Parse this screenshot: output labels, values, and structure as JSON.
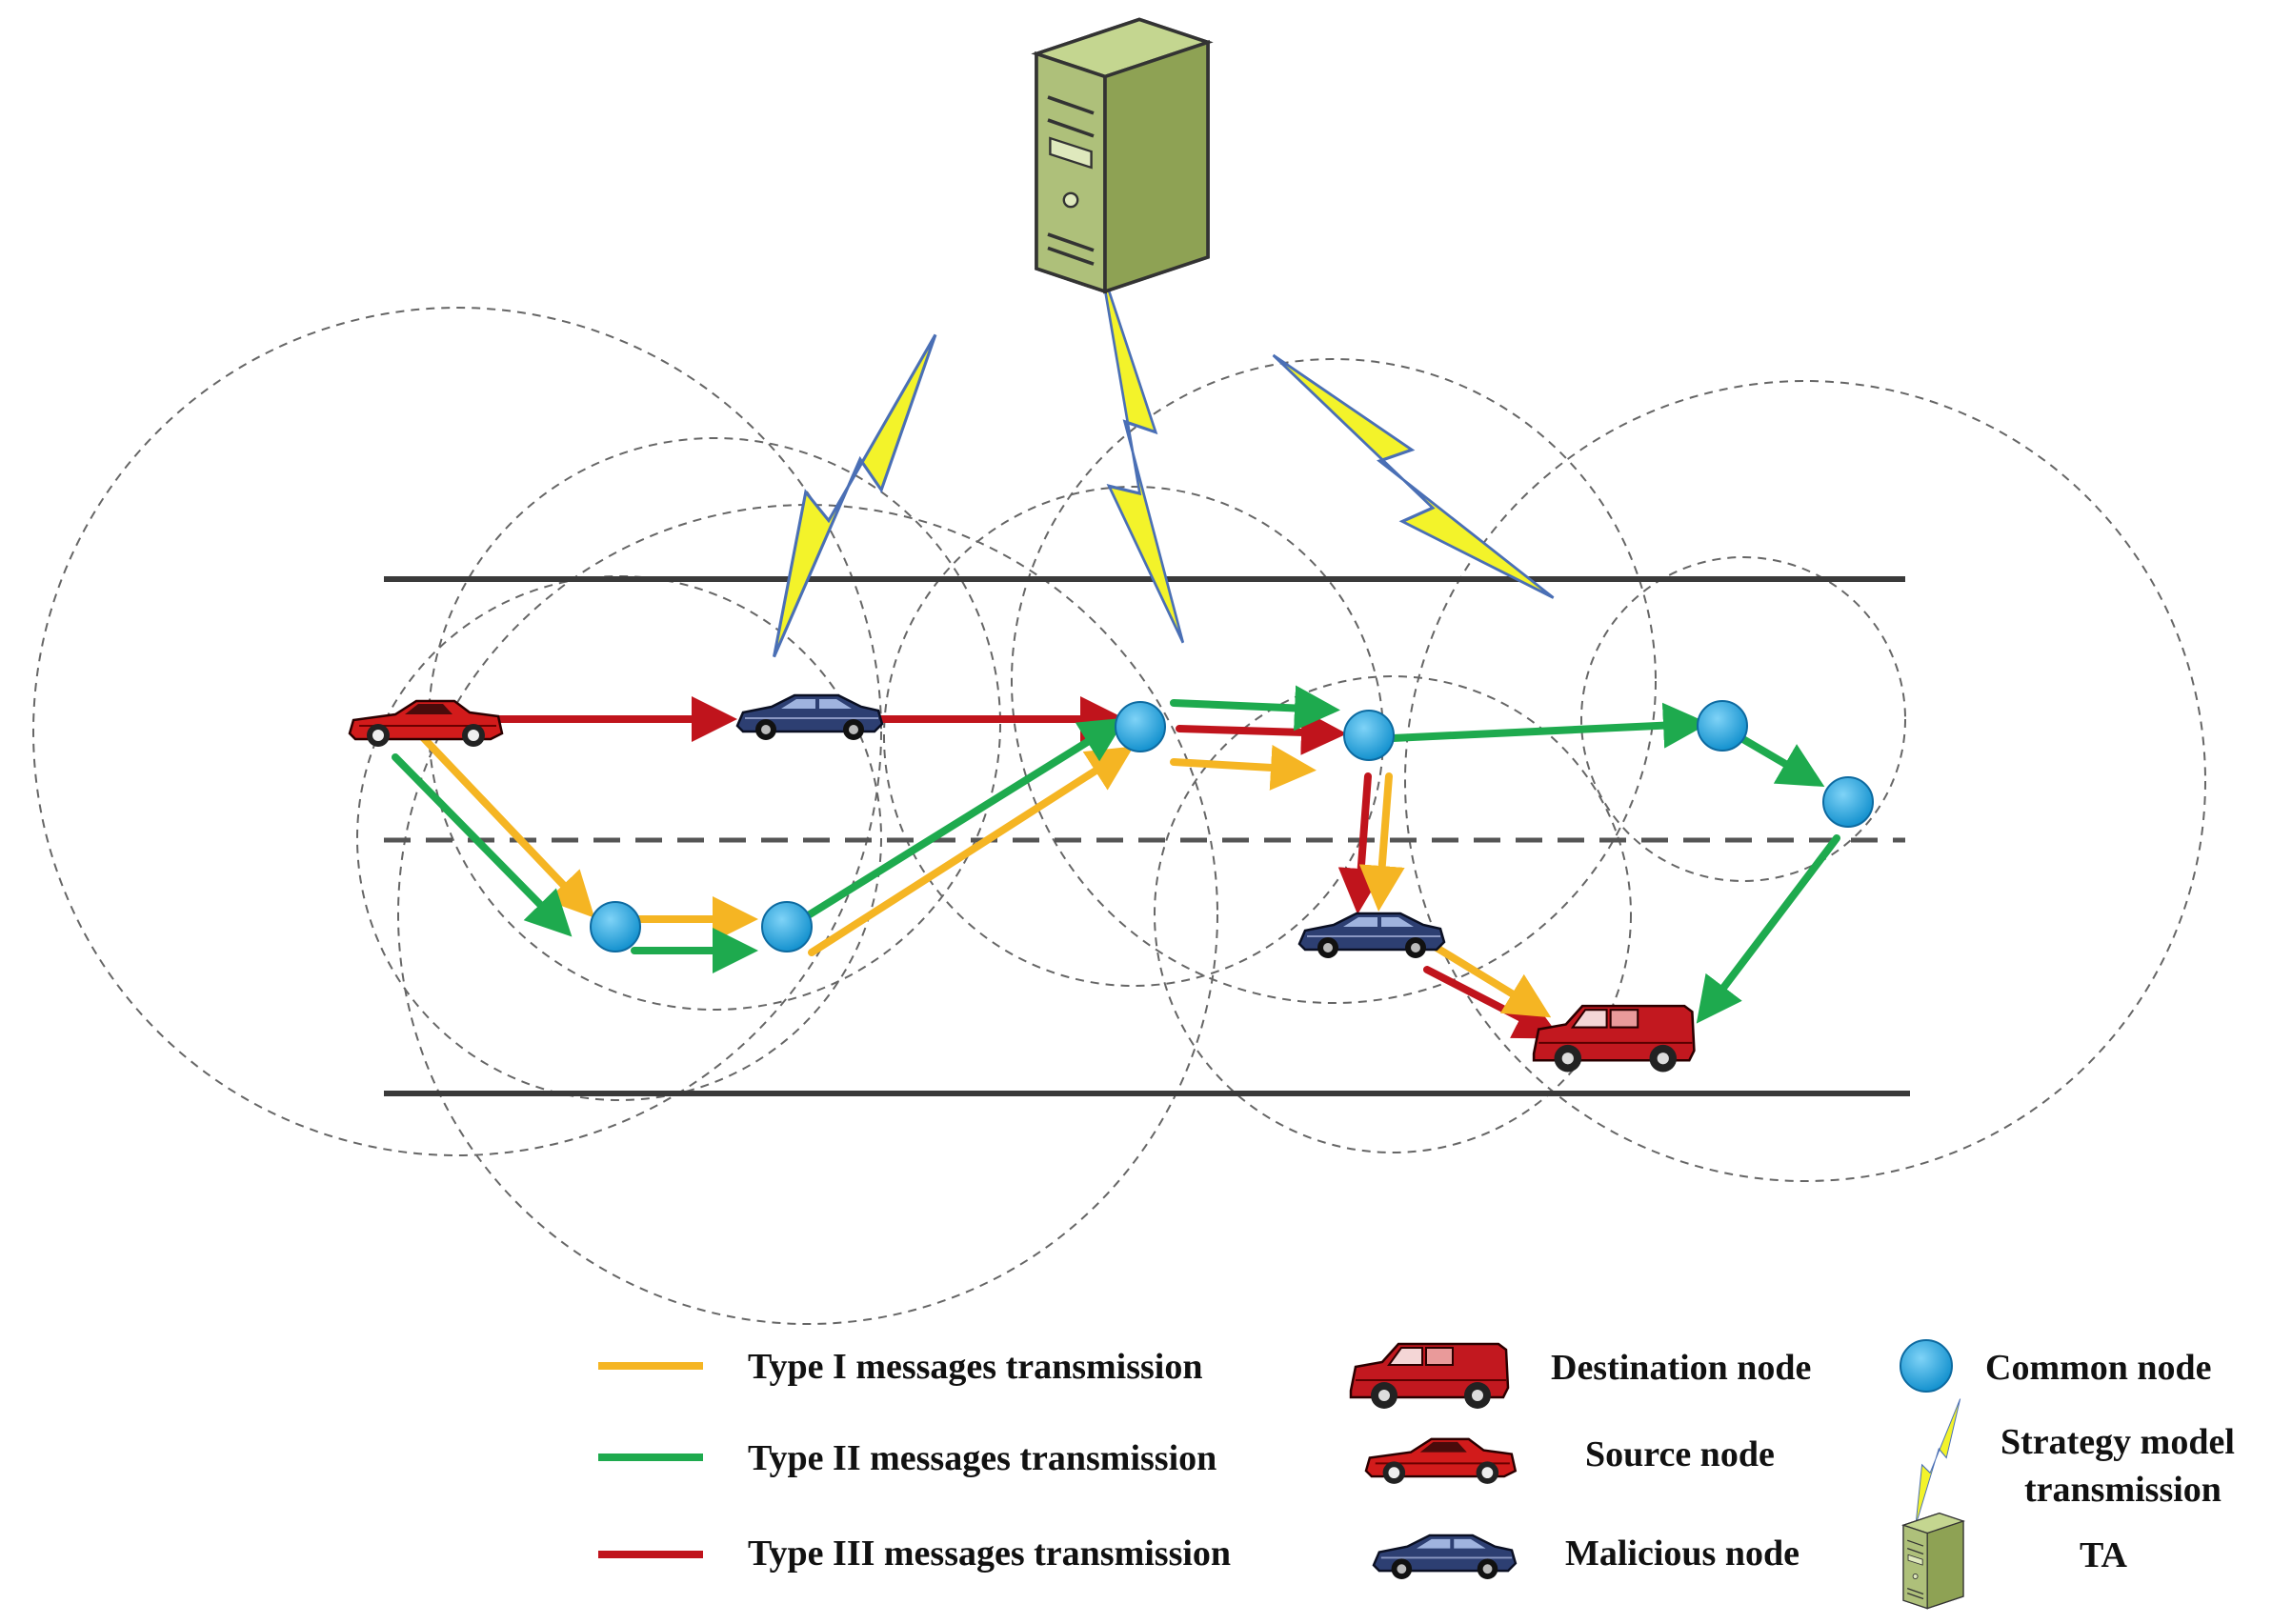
{
  "colors": {
    "type1": "#f5b523",
    "type2": "#1eaa4e",
    "type3": "#c0141c",
    "common_node": "#22a5e0",
    "road": "#3a3a3a",
    "range_circle": "#666666",
    "lightning_fill": "#f3f32a",
    "lightning_edge": "#4a6fb5",
    "server": "#a6bd6a"
  },
  "icons": {
    "ta": "server-tower-icon",
    "strategy": "lightning-bolt-icon",
    "source": "red-sports-car-icon",
    "malicious": "dark-blue-car-icon",
    "destination": "red-van-icon",
    "common": "blue-circle-node-icon"
  },
  "legend": {
    "type1": "Type I messages transmission",
    "type2": "Type II messages transmission",
    "type3": "Type III messages transmission",
    "destination": "Destination node",
    "source": "Source node",
    "malicious": "Malicious node",
    "common": "Common node",
    "strategy_line1": "Strategy model",
    "strategy_line2": "transmission",
    "ta": "TA"
  }
}
